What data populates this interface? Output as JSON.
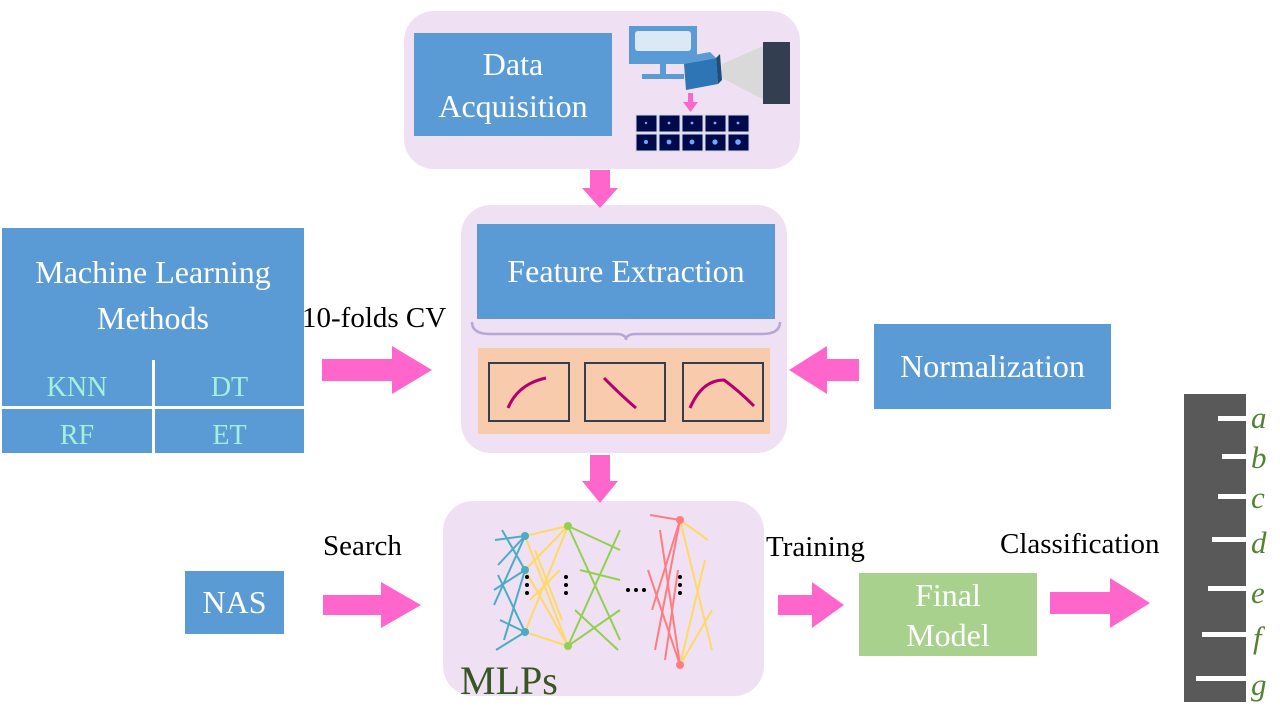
{
  "data_acquisition": {
    "label_line1": "Data",
    "label_line2": "Acquisition"
  },
  "feature_extraction": {
    "label": "Feature Extraction"
  },
  "ml_methods": {
    "title_line1": "Machine Learning",
    "title_line2": "Methods",
    "methods": [
      "KNN",
      "DT",
      "RF",
      "ET"
    ]
  },
  "cv_label": "10-folds CV",
  "normalization": {
    "label": "Normalization"
  },
  "nas": {
    "label": "NAS"
  },
  "search_label": "Search",
  "mlps_label": "MLPs",
  "training_label": "Training",
  "final_model": {
    "label_line1": "Final",
    "label_line2": "Model"
  },
  "classification_label": "Classification",
  "classes": [
    "a",
    "b",
    "c",
    "d",
    "e",
    "f",
    "g"
  ],
  "colors": {
    "panel": "#efe1f3",
    "box_blue": "#5b9bd5",
    "arrow_pink": "#ff66cc",
    "final_green": "#a9d18e",
    "ruler_gray": "#595959",
    "letter_green": "#548235",
    "method_text": "#a6f0d9"
  }
}
